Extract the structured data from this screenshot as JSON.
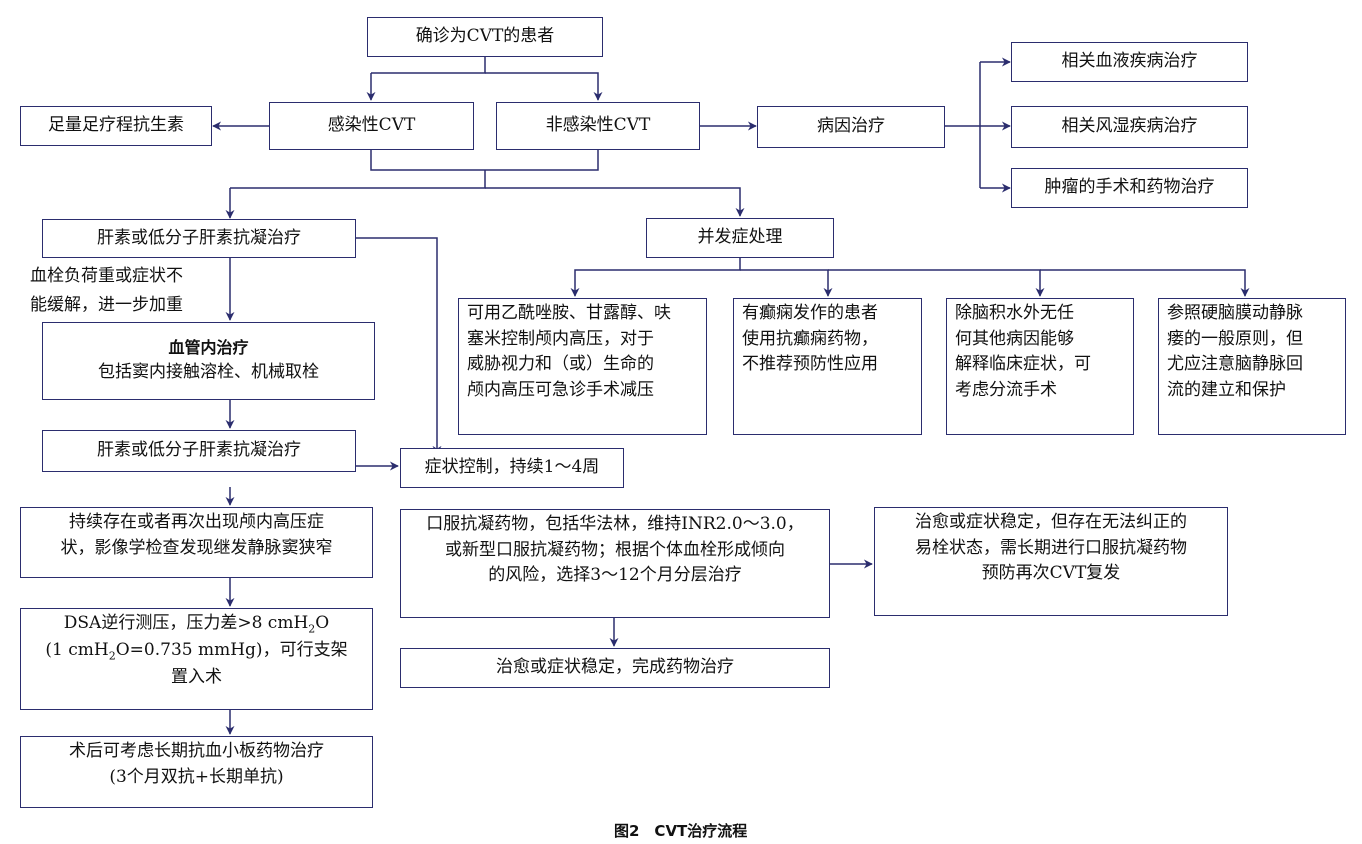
{
  "nodes": {
    "root": "确诊为CVT的患者",
    "infectious": "感染性CVT",
    "noninfectious": "非感染性CVT",
    "antibiotics": "足量足疗程抗生素",
    "etiology": "病因治疗",
    "hematologic": "相关血液疾病治疗",
    "rheumatic": "相关风湿疾病治疗",
    "tumor": "肿瘤的手术和药物治疗",
    "anticoag_1": "肝素或低分子肝素抗凝治疗",
    "complications": "并发症处理",
    "endovascular_title": "血管内治疗",
    "endovascular_detail": "包括窦内接触溶栓、机械取栓",
    "anticoag_2": "肝素或低分子肝素抗凝治疗",
    "symptom_control": "症状控制，持续1～4周",
    "persistent_ich_line1": "持续存在或者再次出现颅内高压症",
    "persistent_ich_line2": "状，影像学检查发现继发静脉窦狭窄",
    "oral_line1": "口服抗凝药物，包括华法林，维持INR2.0～3.0，",
    "oral_line2": "或新型口服抗凝药物；根据个体血栓形成倾向",
    "oral_line3": "的风险，选择3～12个月分层治疗",
    "longterm_line1": "治愈或症状稳定，但存在无法纠正的",
    "longterm_line2": "易栓状态，需长期进行口服抗凝药物",
    "longterm_line3": "预防再次CVT复发",
    "complete": "治愈或症状稳定，完成药物治疗",
    "dsa_line1_a": "DSA逆行测压，压力差>8  cmH",
    "dsa_line1_sub": "2",
    "dsa_line1_b": "O",
    "dsa_line2_a": "(1 cmH",
    "dsa_line2_sub": "2",
    "dsa_line2_b": "O=0.735 mmHg)，可行支架",
    "dsa_line3": "置入术",
    "antiplatelet_line1": "术后可考虑长期抗血小板药物治疗",
    "antiplatelet_line2": "(3个月双抗+长期单抗)",
    "comp_ich_line1": "可用乙酰唑胺、甘露醇、呋",
    "comp_ich_line2": "塞米控制颅内高压，对于",
    "comp_ich_line3": "威胁视力和（或）生命的",
    "comp_ich_line4": "颅内高压可急诊手术减压",
    "comp_epilepsy_line1": "有癫痫发作的患者",
    "comp_epilepsy_line2": "使用抗癫痫药物，",
    "comp_epilepsy_line3": "不推荐预防性应用",
    "comp_hydro_line1": "除脑积水外无任",
    "comp_hydro_line2": "何其他病因能够",
    "comp_hydro_line3": "解释临床症状，可",
    "comp_hydro_line4": "考虑分流手术",
    "comp_davf_line1": "参照硬脑膜动静脉",
    "comp_davf_line2": "瘘的一般原则，但",
    "comp_davf_line3": "尤应注意脑静脉回",
    "comp_davf_line4": "流的建立和保护"
  },
  "edge_label_line1": "血栓负荷重或症状不",
  "edge_label_line2": "能缓解，进一步加重",
  "caption": "图2　CVT治疗流程",
  "colors": {
    "stroke": "#2b2d6e",
    "text": "#111111"
  }
}
